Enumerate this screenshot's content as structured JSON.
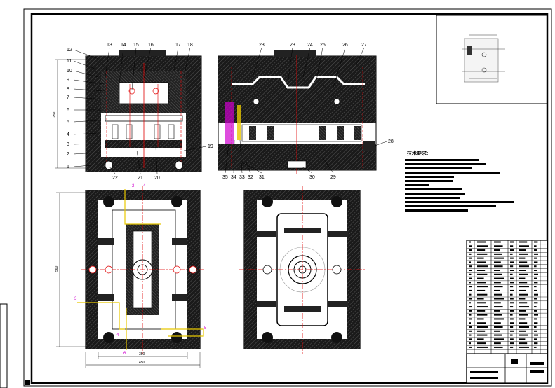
{
  "sheet": {
    "technical_requirements_title": "技术要求:"
  },
  "top_left_callouts_left": [
    "12",
    "11",
    "10",
    "9",
    "8",
    "7",
    "6",
    "5",
    "4",
    "3",
    "2",
    "1"
  ],
  "top_left_callouts_top": [
    "13",
    "14",
    "15",
    "16",
    "17",
    "18"
  ],
  "top_left_callouts_bottom": [
    "22",
    "21",
    "20"
  ],
  "top_left_side_label": "19",
  "top_right_callouts_top": [
    "23",
    "23",
    "24",
    "25",
    "26",
    "27"
  ],
  "top_right_callouts_bottom": [
    "35",
    "34",
    "33",
    "32",
    "31",
    "30",
    "29"
  ],
  "top_right_side_label": "28",
  "dims": {
    "left_height": "250",
    "plan_height": "560",
    "plan_width_inner": "350",
    "plan_width_outer": "450"
  },
  "plan_marks": [
    "2",
    "4",
    "3",
    "4",
    "5",
    "6"
  ],
  "colors": {
    "line": "#000000",
    "red_axis": "#e00000",
    "magenta": "#d000d0",
    "yellow": "#e8c800"
  }
}
